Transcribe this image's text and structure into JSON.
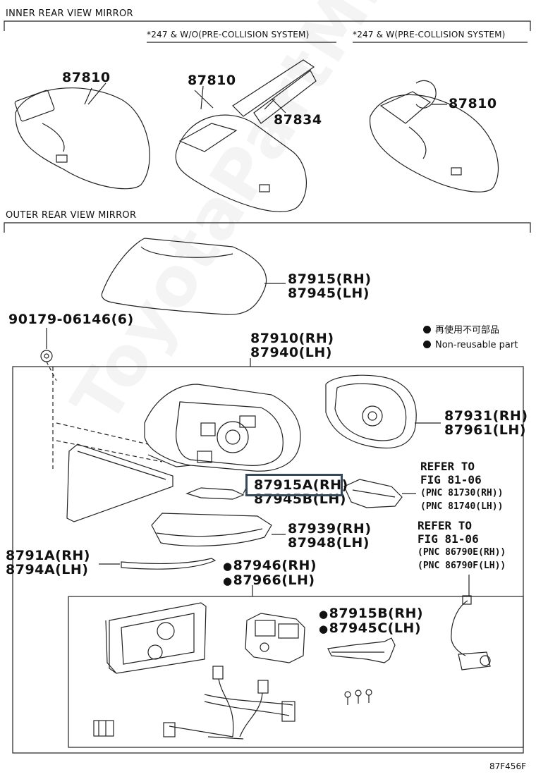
{
  "sections": {
    "inner": "INNER REAR VIEW MIRROR",
    "outer": "OUTER REAR VIEW MIRROR"
  },
  "notes": {
    "without_pcs": "*247 & W/O(PRE-COLLISION SYSTEM)",
    "with_pcs": "*247 & W(PRE-COLLISION SYSTEM)"
  },
  "legend": {
    "jp": "再使用不可部品",
    "en": "Non-reusable part"
  },
  "parts": {
    "p87810_a": "87810",
    "p87810_b": "87810",
    "p87834": "87834",
    "p87810_c": "87810",
    "cover_rh": "87915(RH)",
    "cover_lh": "87945(LH)",
    "clip": "90179-06146(6)",
    "mirror_rh": "87910(RH)",
    "mirror_lh": "87940(LH)",
    "visor_rh": "87931(RH)",
    "visor_lh": "87961(LH)",
    "cover_a_rh": "87915A(RH)",
    "cover_b_lh": "87945B(LH)",
    "lamp_rh": "87939(RH)",
    "lamp_lh": "87948(LH)",
    "mould_rh": "8791A(RH)",
    "mould_lh": "8794A(LH)",
    "sub_rh": "87946(RH)",
    "sub_lh": "87966(LH)",
    "cover_b2_rh": "87915B(RH)",
    "cover_c_lh": "87945C(LH)"
  },
  "refers": {
    "r1_title": "REFER TO",
    "r1_fig": "FIG 81-06",
    "r1_pnc1": "(PNC 81730(RH))",
    "r1_pnc2": "(PNC 81740(LH))",
    "r2_title": "REFER TO",
    "r2_fig": "FIG 81-06",
    "r2_pnc1": "(PNC 86790E(RH))",
    "r2_pnc2": "(PNC 86790F(LH))"
  },
  "watermark": "ToyotaPartMine.ru",
  "figure_code": "87F456F"
}
